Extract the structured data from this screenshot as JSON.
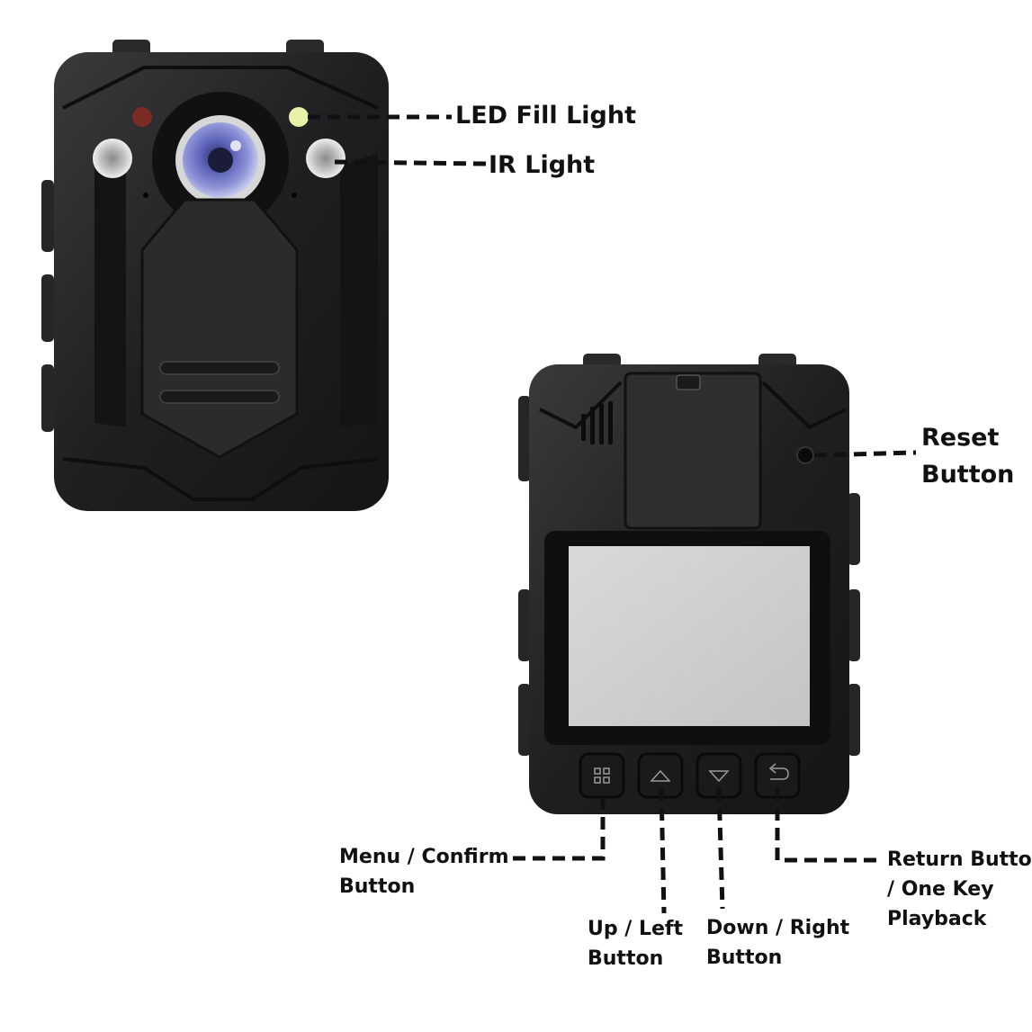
{
  "labels": {
    "led_fill_light": "LED Fill Light",
    "ir_light": "IR Light",
    "reset_button": [
      "Reset",
      "Button"
    ],
    "menu_confirm_button": [
      "Menu / Confirm",
      "Button"
    ],
    "up_left_button": [
      "Up / Left",
      "Button"
    ],
    "down_right_button": [
      "Down / Right",
      "Button"
    ],
    "return_button": [
      "Return Button",
      "/ One Key",
      "Playback"
    ]
  },
  "colors": {
    "body": "#1c1c1e",
    "lens_ring": "#d7d7d7",
    "lens_glass": "#5d63b8",
    "screen": "#cfcfcf",
    "led": "#e9f0a8",
    "ir_led": "#c9c9c9",
    "red_sensor": "#7a2b22",
    "leader": "#111111"
  }
}
